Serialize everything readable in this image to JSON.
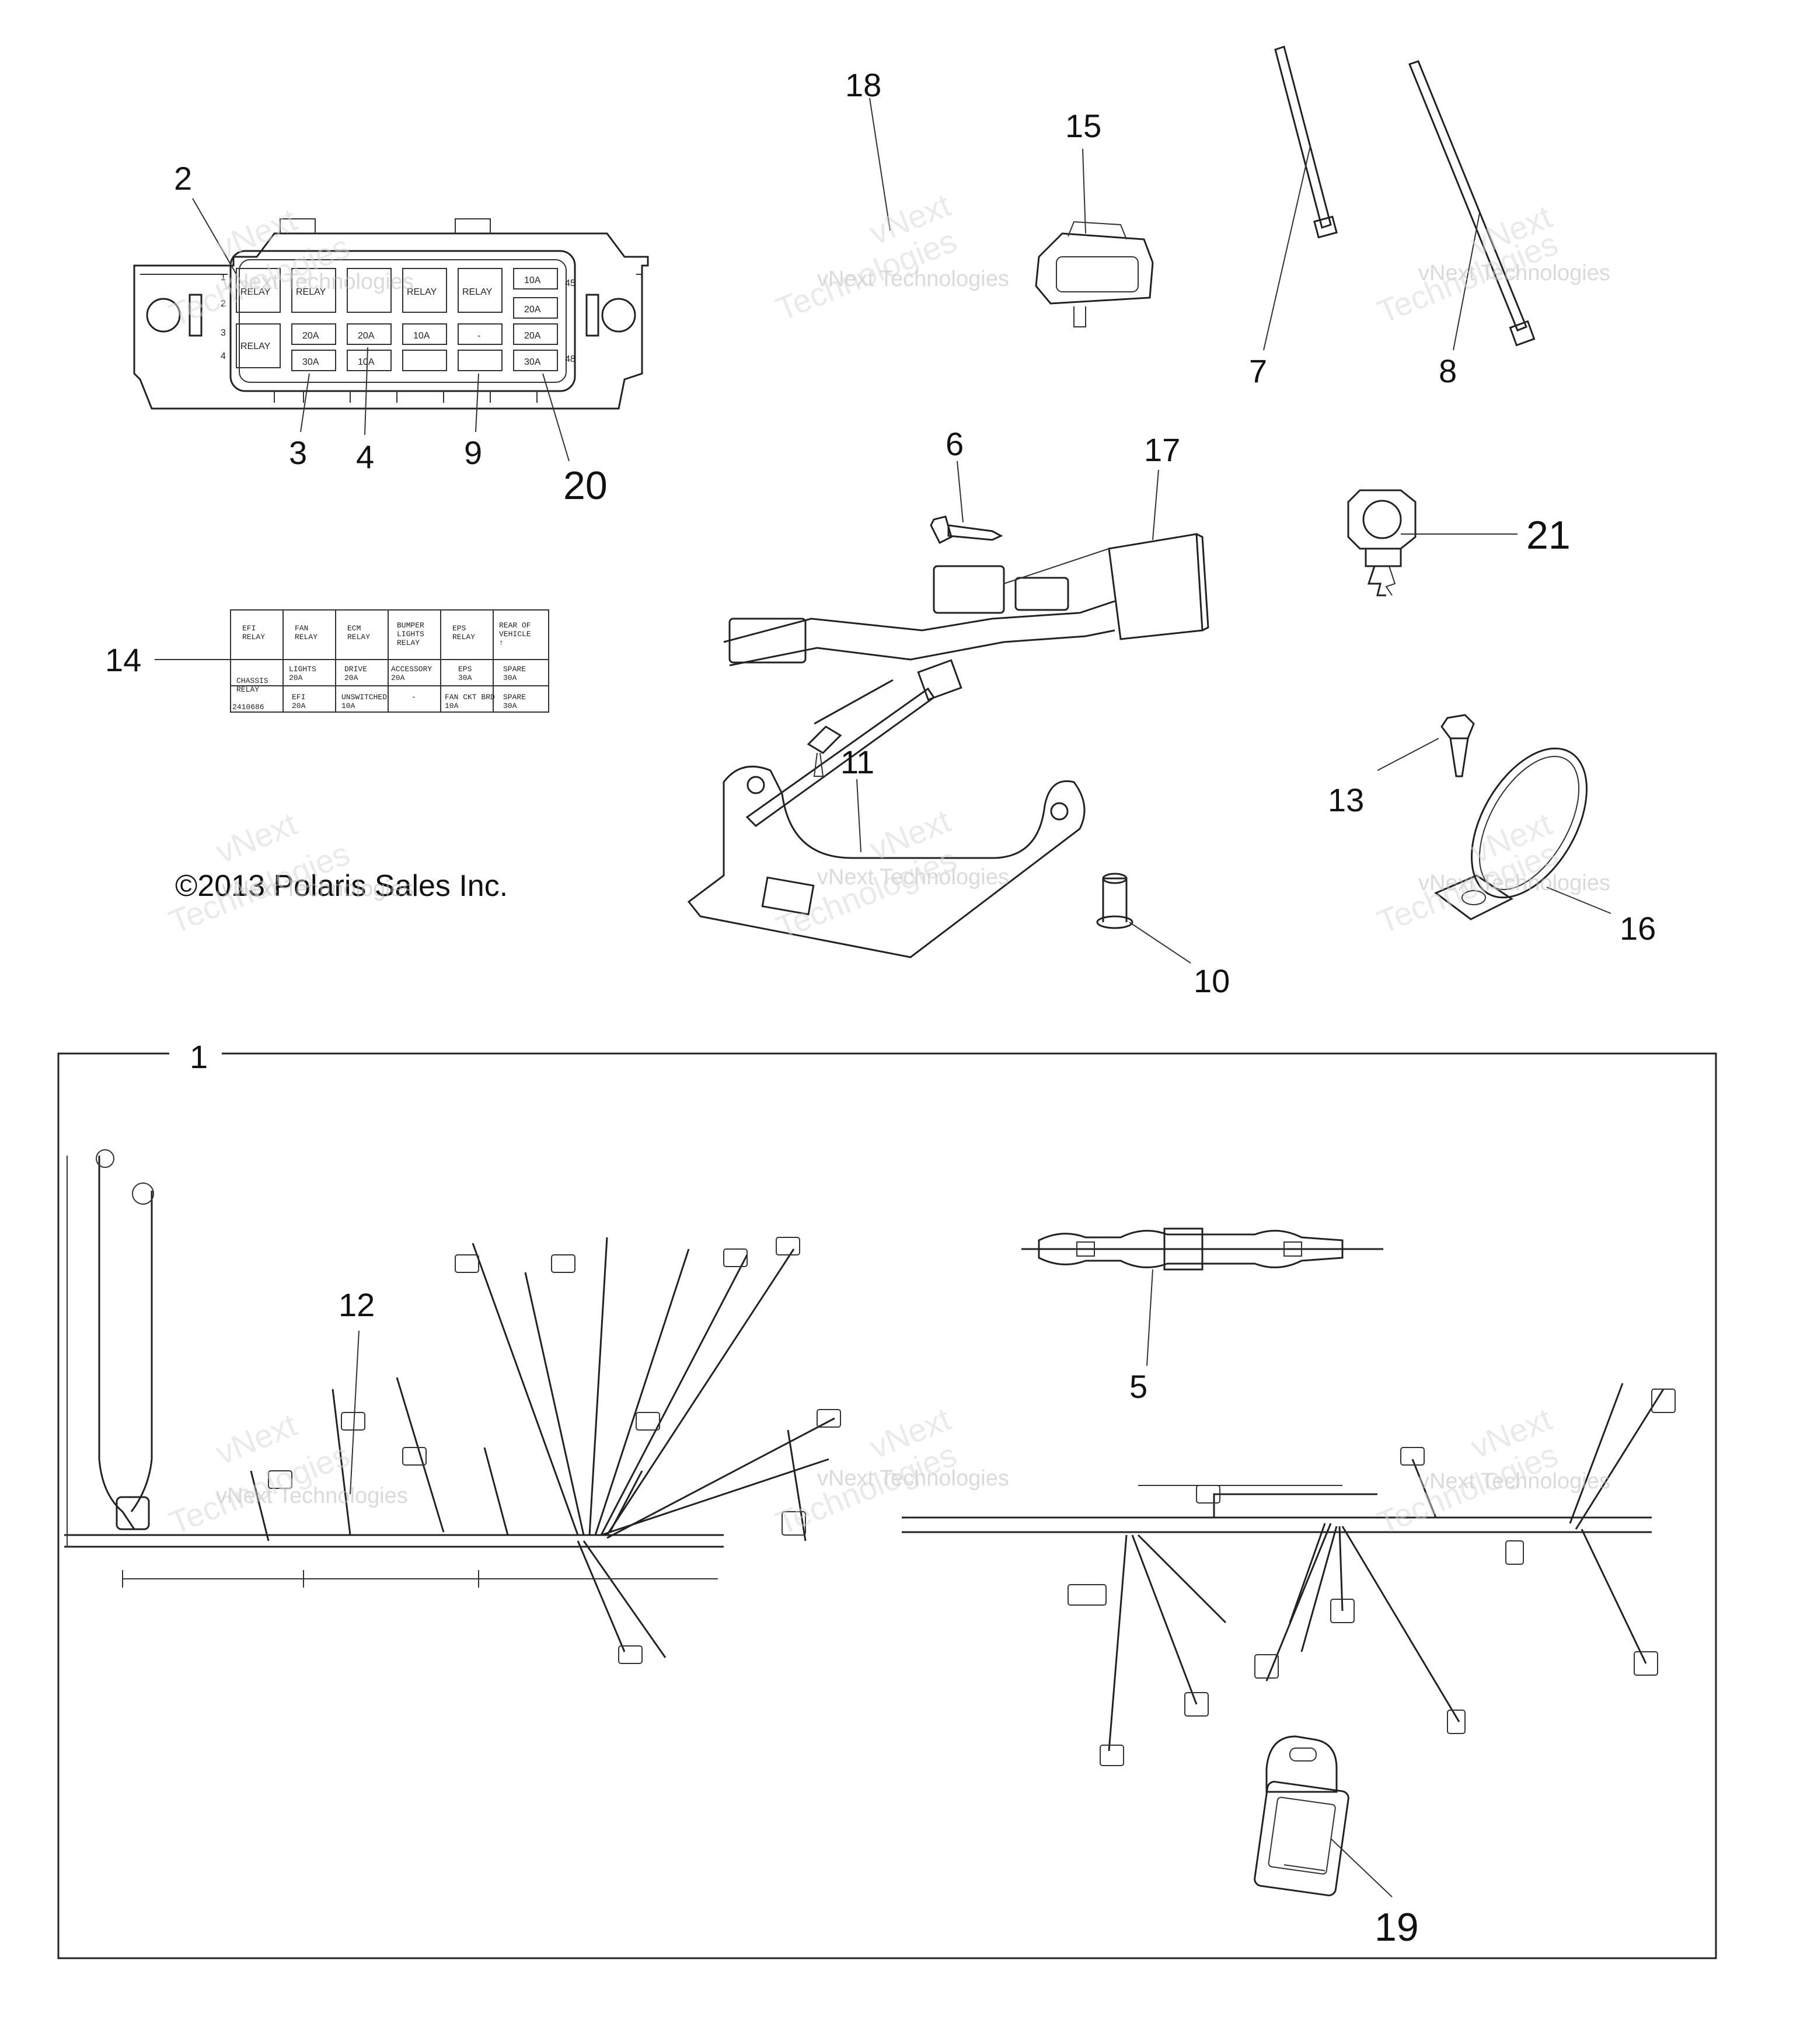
{
  "callouts": {
    "c1": "1",
    "c2": "2",
    "c3": "3",
    "c4": "4",
    "c5": "5",
    "c6": "6",
    "c7": "7",
    "c8": "8",
    "c9": "9",
    "c10": "10",
    "c11": "11",
    "c12": "12",
    "c13": "13",
    "c14": "14",
    "c15": "15",
    "c16": "16",
    "c17": "17",
    "c18": "18",
    "c19": "19",
    "c20": "20",
    "c21": "21"
  },
  "copyright": "©2013 Polaris Sales Inc.",
  "watermark": {
    "line1": "vNext Technologies",
    "line2": "vNext",
    "line3": "Technologies"
  },
  "fuse_box": {
    "row_numbers": [
      "1",
      "2",
      "3",
      "4"
    ],
    "right_numbers": [
      "45",
      "48"
    ],
    "relays": [
      "RELAY",
      "RELAY",
      "RELAY",
      "RELAY",
      "RELAY"
    ],
    "fuses_top": [
      "10A",
      "20A"
    ],
    "fuses_bottom": [
      "20A",
      "20A",
      "10A",
      "-",
      "30A",
      "20A",
      "10A",
      "30A"
    ]
  },
  "fuse_table": {
    "header": [
      "EFI\nRELAY",
      "FAN\nRELAY",
      "ECM\nRELAY",
      "BUMPER\nLIGHTS\nRELAY",
      "EPS\nRELAY",
      "REAR OF\nVEHICLE\n↑"
    ],
    "row_label": "CHASSIS\nRELAY",
    "row1": [
      "LIGHTS\n20A",
      "DRIVE\n20A",
      "ACCESSORY\n20A",
      "EPS\n30A",
      "SPARE\n30A"
    ],
    "row2": [
      "EFI\n20A",
      "UNSWITCHED\n10A",
      "-",
      "FAN CKT BRD\n10A",
      "SPARE\n30A"
    ],
    "part_number": "2410686"
  },
  "colors": {
    "line": "#222222",
    "watermark": "#bdbdbd",
    "background": "#ffffff"
  }
}
